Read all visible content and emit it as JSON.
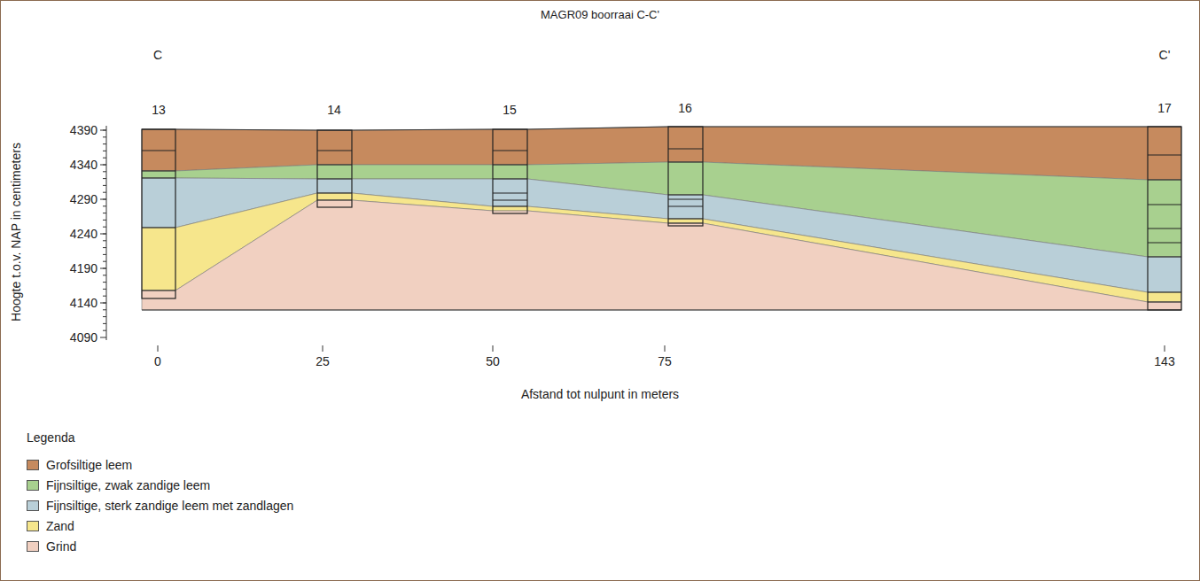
{
  "diagram": {
    "title": "MAGR09 boorraai C-C'",
    "nodes": [
      {
        "text": [
          "13"
        ]
      },
      {
        "text": [
          "14"
        ]
      },
      {
        "text": [
          "15"
        ]
      },
      {
        "text": [
          "16"
        ]
      },
      {
        "text": [
          "17"
        ]
      }
    ],
    "labels": [
      "C",
      "C'",
      "4390",
      "4340",
      "4290",
      "4240",
      "4190",
      "4140",
      "4090",
      "Hoogte t.o.v. NAP in centimeters",
      "0",
      "25",
      "50",
      "75",
      "143",
      "Afstand tot nulpunt in meters",
      "Legenda"
    ],
    "legend": [
      {
        "text": "Grofsiltige leem",
        "color": "#c68a5e"
      },
      {
        "text": "Fijnsiltige, zwak zandige leem",
        "color": "#a8d08f"
      },
      {
        "text": "Fijnsiltige, sterk zandige leem met zandlagen",
        "color": "#b9cfd8"
      },
      {
        "text": "Zand",
        "color": "#f6e68c"
      },
      {
        "text": "Grind",
        "color": "#f1d0c1"
      }
    ]
  }
}
